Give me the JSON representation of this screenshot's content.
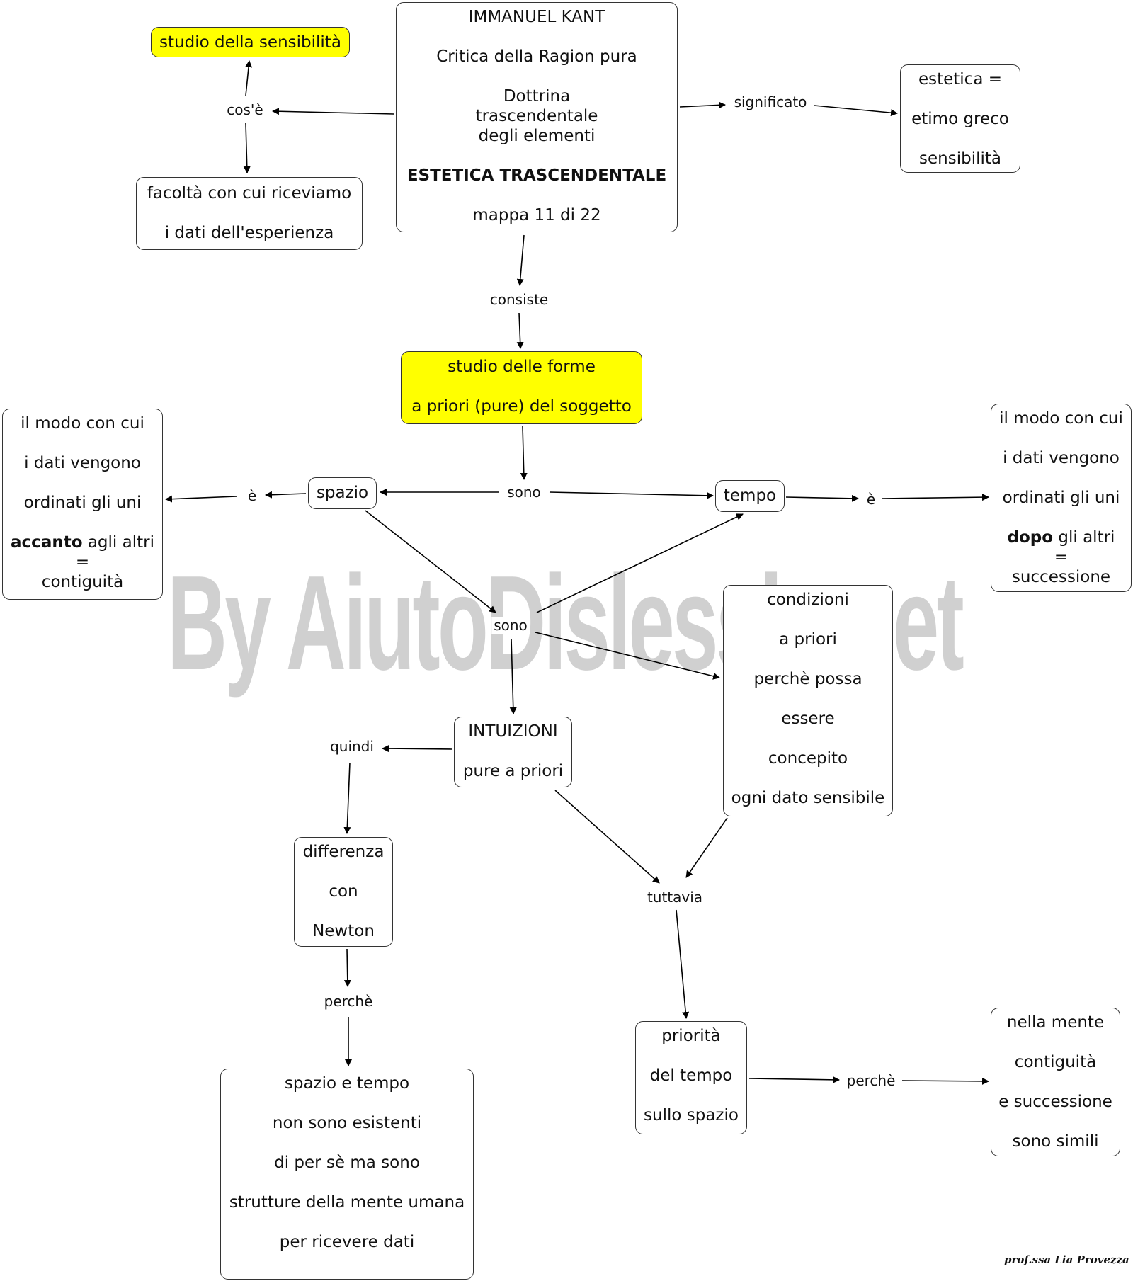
{
  "nodes": {
    "title": {
      "line1": "IMMANUEL KANT",
      "line2": "Critica della Ragion pura",
      "line3": "Dottrina",
      "line4": "trascendentale",
      "line5": "degli elementi",
      "line6": "ESTETICA TRASCENDENTALE",
      "line7": "mappa  11 di 22"
    },
    "studio_sensibilita": "studio della sensibilità",
    "facolta": {
      "line1": "facoltà con cui riceviamo",
      "line2": "i dati dell'esperienza"
    },
    "estetica": {
      "line1": "estetica =",
      "line2": "etimo greco",
      "line3": "sensibilità"
    },
    "studio_forme": {
      "line1": "studio delle forme",
      "line2": "a priori (pure) del soggetto"
    },
    "modo_spazio": {
      "line1": "il modo con cui",
      "line2": "i dati vengono",
      "line3": "ordinati gli uni",
      "line4_bold": "accanto",
      "line4_rest": " agli altri",
      "line5": "=",
      "line6": "contiguità"
    },
    "spazio": "spazio",
    "tempo": "tempo",
    "modo_tempo": {
      "line1": "il modo con cui",
      "line2": "i dati vengono",
      "line3": "ordinati gli uni",
      "line4_bold": "dopo",
      "line4_rest": " gli altri",
      "line5": "=",
      "line6": "successione"
    },
    "condizioni": {
      "line1": "condizioni",
      "line2": "a priori",
      "line3": "perchè possa",
      "line4": "essere",
      "line5": "concepito",
      "line6": "ogni dato sensibile"
    },
    "intuizioni": {
      "line1": "INTUIZIONI",
      "line2": "pure a priori"
    },
    "differenza": {
      "line1": "differenza",
      "line2": "con",
      "line3": "Newton"
    },
    "spazio_tempo": {
      "line1": "spazio e tempo",
      "line2": "non sono esistenti",
      "line3": "di per sè ma sono",
      "line4": "strutture della mente umana",
      "line5": "per ricevere dati"
    },
    "priorita": {
      "line1": "priorità",
      "line2": "del tempo",
      "line3": "sullo spazio"
    },
    "nella_mente": {
      "line1": "nella mente",
      "line2": "contiguità",
      "line3": "e successione",
      "line4": "sono simili"
    }
  },
  "links": {
    "cose": "cos'è",
    "significato": "significato",
    "consiste": "consiste",
    "sono_top": "sono",
    "e_left": "è",
    "e_right": "è",
    "sono_mid": "sono",
    "quindi": "quindi",
    "perche_left": "perchè",
    "tuttavia": "tuttavia",
    "perche_right": "perchè"
  },
  "watermark": "By AiutoDislessia.net",
  "signature": "prof.ssa Lia Provezza"
}
